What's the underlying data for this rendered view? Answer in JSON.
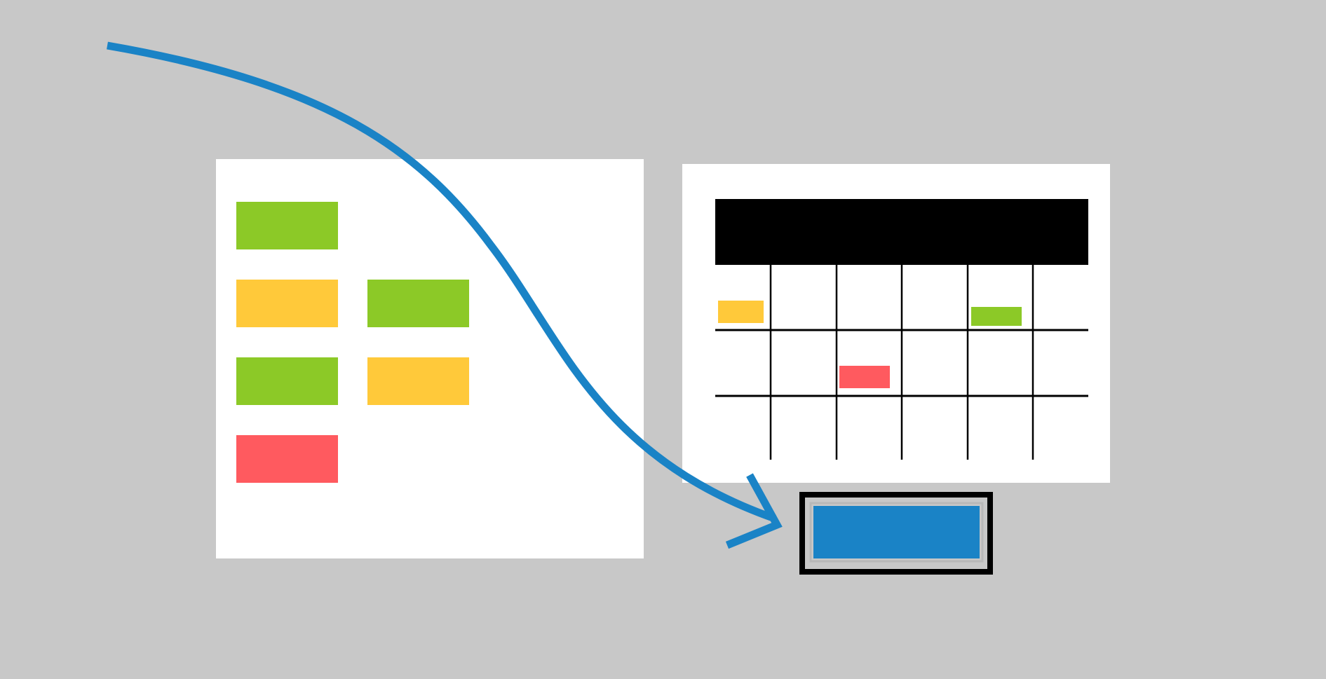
{
  "colors": {
    "background": "#c8c8c8",
    "panel": "#ffffff",
    "green": "#8cc927",
    "yellow": "#ffc93a",
    "red": "#ff5a5f",
    "blue": "#1a83c6",
    "black": "#000000"
  },
  "task_board": {
    "cards": [
      {
        "column": 1,
        "row": 1,
        "status": "green"
      },
      {
        "column": 1,
        "row": 2,
        "status": "yellow"
      },
      {
        "column": 2,
        "row": 2,
        "status": "green"
      },
      {
        "column": 1,
        "row": 3,
        "status": "green"
      },
      {
        "column": 2,
        "row": 3,
        "status": "yellow"
      },
      {
        "column": 1,
        "row": 4,
        "status": "red"
      }
    ]
  },
  "calendar": {
    "columns": 6,
    "rows": 3,
    "events": [
      {
        "column": 1,
        "row": 1,
        "status": "yellow"
      },
      {
        "column": 5,
        "row": 1,
        "status": "green"
      },
      {
        "column": 3,
        "row": 2,
        "status": "red"
      }
    ]
  },
  "icons": {
    "flow_arrow": "curved-arrow-icon",
    "target": "target-button-icon"
  }
}
